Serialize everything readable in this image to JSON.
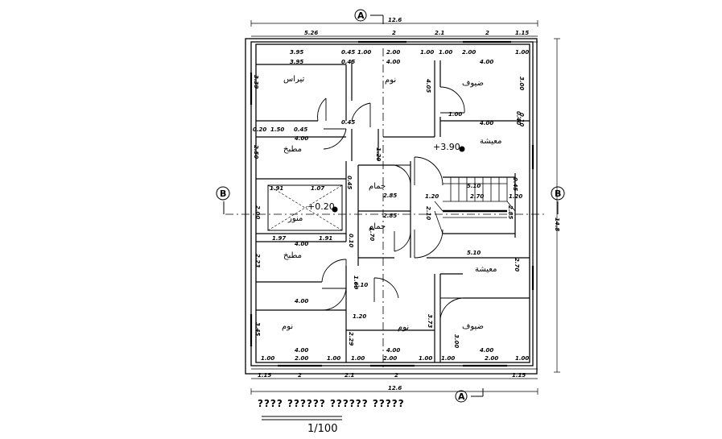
{
  "section_markers": {
    "a": "A",
    "b": "B"
  },
  "overall_dims": {
    "width": "12.6",
    "height": "14.8"
  },
  "top_segments": [
    "5.26",
    "2",
    "2.1",
    "2",
    "1.15"
  ],
  "bottom_segments": [
    "1.15",
    "2",
    "2.1",
    "2",
    "1.15"
  ],
  "rooms": {
    "terrace": "تيراس",
    "bedroom_top": "نوم",
    "guest_top": "ضيوف",
    "kitchen_top": "مطبخ",
    "living_top": "معيشة",
    "bath_top": "حمام",
    "bath_bottom": "حمام",
    "lightwell": "منور",
    "kitchen_bottom": "مطبخ",
    "living_bottom": "معيشة",
    "bedroom_bl": "نوم",
    "bedroom_bm": "نوم",
    "guest_bottom": "ضيوف"
  },
  "levels": {
    "living": "+3.90",
    "lightwell": "+0.20"
  },
  "dimensions": [
    "3.95",
    "0.45",
    "1.00",
    "2.00",
    "1.00",
    "1.00",
    "2.00",
    "1.00",
    "3.95",
    "0.45",
    "4.00",
    "4.00",
    "4.05",
    "3.00",
    "0.10",
    "1.00",
    "4.00",
    "0.20",
    "1.50",
    "0.45",
    "4.00",
    "2.50",
    "1.20",
    "2.85",
    "1.91",
    "1.07",
    "0.45",
    "2.85",
    "5.10",
    "1.20",
    "2.70",
    "1.20",
    "2.10",
    "2.00",
    "1.97",
    "1.91",
    "1.70",
    "2.85",
    "4.00",
    "5.10",
    "2.70",
    "2.23",
    "1.69",
    "1.10",
    "4.00",
    "3.45",
    "1.20",
    "3.73",
    "3.00",
    "2.29",
    "4.00",
    "4.00",
    "4.00",
    "1.00",
    "2.00",
    "1.00",
    "1.00",
    "2.00",
    "1.00",
    "1.00",
    "2.00",
    "1.00",
    "3.39",
    "0.45",
    "0.40",
    "0.10",
    "0.45"
  ],
  "footer": {
    "title": "???? ?????? ?????? ?????",
    "scale": "1/100"
  }
}
